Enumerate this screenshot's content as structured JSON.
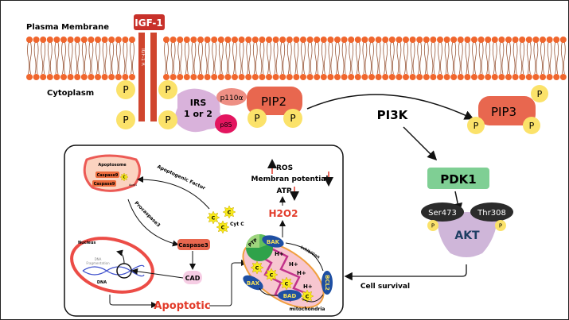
{
  "labels": {
    "plasma_membrane": "Plasma Membrane",
    "cytoplasm": "Cytoplasm",
    "igf1": "IGF-1",
    "igf1r": "IGF-1 R",
    "p": "P",
    "irs_line1": "IRS",
    "irs_line2": "1 or 2",
    "p110a": "p110α",
    "p85": "p85",
    "pip2": "PIP2",
    "pi3k": "PI3K",
    "pip3": "PIP3",
    "pdk1": "PDK1",
    "ser473": "Ser473",
    "thr308": "Thr308",
    "akt": "AKT",
    "cell_survival": "Cell survival"
  },
  "apoptosis": {
    "apoptosome": "Apoptosome",
    "caspase9": "Caspase9",
    "apaf1": "Apaf1",
    "apoptogenic_factor": "Apoptogenic Factor",
    "procaspase3": "Procaspase3",
    "cyt_c": "Cyt C",
    "c": "C",
    "caspase3": "Caspase3",
    "cad": "CAD",
    "nucleus": "Nucleus",
    "dna_fragmentation_1": "DNA",
    "dna_fragmentation_2": "Fragmentation",
    "dna": "DNA",
    "apoptotic": "Apoptotic",
    "ros": "ROS",
    "membrane_potential": "Membran potential",
    "atp": "ATP",
    "h2o2": "H2O2",
    "ptp": "PTP",
    "bak": "BAK",
    "bax": "BAX",
    "bad": "BAD",
    "bcl2": "BCL2",
    "h_plus": "H+",
    "inhibition": "Inhibition",
    "mitochondria": "mitochondria"
  },
  "colors": {
    "membrane_head": "#f0662d",
    "receptor": "#d0452e",
    "phosphate": "#fbe26a",
    "irs": "#d9b2db",
    "p110a": "#ee8f84",
    "p85": "#e3155f",
    "pip": "#e8674f",
    "pdk1": "#7fcf94",
    "akt": "#cfb6d9",
    "site": "#2b2b2b",
    "apoptotic_red": "#e23b2a",
    "bcl_family": "#1e4fa3",
    "mito_fill": "#f7c6d0",
    "mito_inner": "#c2338a"
  }
}
